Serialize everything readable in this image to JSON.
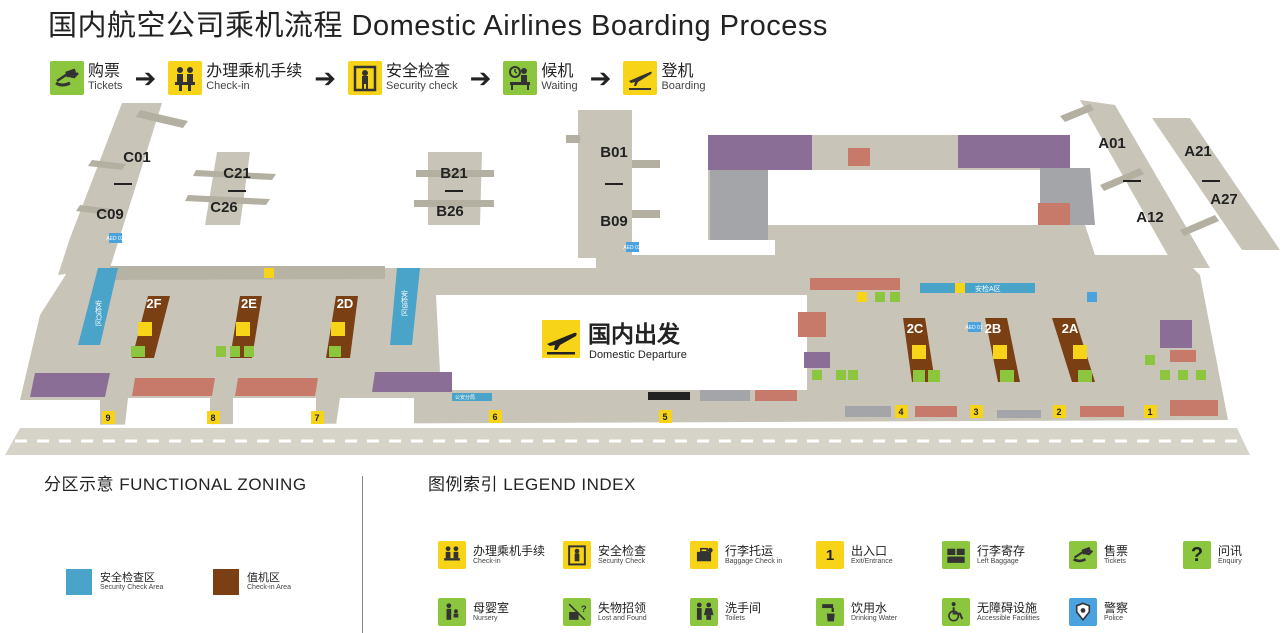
{
  "title": "国内航空公司乘机流程 Domestic Airlines Boarding Process",
  "process": [
    {
      "zh": "购票",
      "en": "Tickets",
      "icon": "ticket-hand-icon",
      "color": "#8cc63f"
    },
    {
      "zh": "办理乘机手续",
      "en": "Check-in",
      "icon": "check-in-counter-icon",
      "color": "#f7d417"
    },
    {
      "zh": "安全检查",
      "en": "Security check",
      "icon": "security-gate-icon",
      "color": "#f7d417"
    },
    {
      "zh": "候机",
      "en": "Waiting",
      "icon": "waiting-seat-icon",
      "color": "#8cc63f"
    },
    {
      "zh": "登机",
      "en": "Boarding",
      "icon": "plane-departure-icon",
      "color": "#f7d417"
    }
  ],
  "map": {
    "piers": [
      {
        "top": "C01",
        "bottom": "C09"
      },
      {
        "top": "C21",
        "bottom": "C26"
      },
      {
        "top": "B21",
        "bottom": "B26"
      },
      {
        "top": "B01",
        "bottom": "B09"
      },
      {
        "top": "A01",
        "bottom": "A12"
      },
      {
        "top": "A21",
        "bottom": "A27"
      }
    ],
    "aed_labels": [
      "AED 03",
      "AED 02",
      "AED 01"
    ],
    "security_areas": [
      "安检C区",
      "安检B区",
      "安检A区"
    ],
    "checkin_areas": [
      "2F",
      "2E",
      "2D",
      "2C",
      "2B",
      "2A"
    ],
    "departure": {
      "zh": "国内出发",
      "en": "Domestic Departure"
    },
    "entrances": [
      "9",
      "8",
      "7",
      "6",
      "5",
      "4",
      "3",
      "2",
      "1"
    ],
    "service_labels": [
      "公安分局"
    ]
  },
  "zoning": {
    "title": "分区示意  FUNCTIONAL  ZONING",
    "items": [
      {
        "zh": "安全检查区",
        "en": "Security Check Area",
        "color": "#4aa3c8"
      },
      {
        "zh": "值机区",
        "en": "Check-in Area",
        "color": "#7b3f14"
      }
    ]
  },
  "legend": {
    "title": "图例索引  LEGEND INDEX",
    "items": [
      {
        "zh": "办理乘机手续",
        "en": "Check-in",
        "icon": "check-in-counter-icon",
        "color": "#f7d417",
        "glyph": "🛄"
      },
      {
        "zh": "安全检查",
        "en": "Security Check",
        "icon": "security-gate-icon",
        "color": "#f7d417",
        "glyph": "▥"
      },
      {
        "zh": "行李托运",
        "en": "Baggage Check in",
        "icon": "baggage-check-icon",
        "color": "#f7d417",
        "glyph": "🧳"
      },
      {
        "zh": "出入口",
        "en": "Exit/Entrance",
        "icon": "exit-number-icon",
        "color": "#f7d417",
        "glyph": "1"
      },
      {
        "zh": "行李寄存",
        "en": "Left Baggage",
        "icon": "left-baggage-icon",
        "color": "#8cc63f",
        "glyph": "▤"
      },
      {
        "zh": "售票",
        "en": "Tickets",
        "icon": "ticket-hand-icon",
        "color": "#8cc63f",
        "glyph": "✋"
      },
      {
        "zh": "问讯",
        "en": "Enquiry",
        "icon": "question-icon",
        "color": "#8cc63f",
        "glyph": "?"
      },
      {
        "zh": "母婴室",
        "en": "Nursery",
        "icon": "nursery-icon",
        "color": "#8cc63f",
        "glyph": "👪"
      },
      {
        "zh": "失物招领",
        "en": "Lost and Found",
        "icon": "lost-found-icon",
        "color": "#8cc63f",
        "glyph": "?"
      },
      {
        "zh": "洗手间",
        "en": "Toilets",
        "icon": "toilets-icon",
        "color": "#8cc63f",
        "glyph": "🚻"
      },
      {
        "zh": "饮用水",
        "en": "Drinking Water",
        "icon": "drinking-water-icon",
        "color": "#8cc63f",
        "glyph": "🚰"
      },
      {
        "zh": "无障碍设施",
        "en": "Accessible Facilities",
        "icon": "wheelchair-icon",
        "color": "#8cc63f",
        "glyph": "♿"
      },
      {
        "zh": "警察",
        "en": "Police",
        "icon": "police-icon",
        "color": "#4aa3df",
        "glyph": "👮"
      }
    ]
  }
}
